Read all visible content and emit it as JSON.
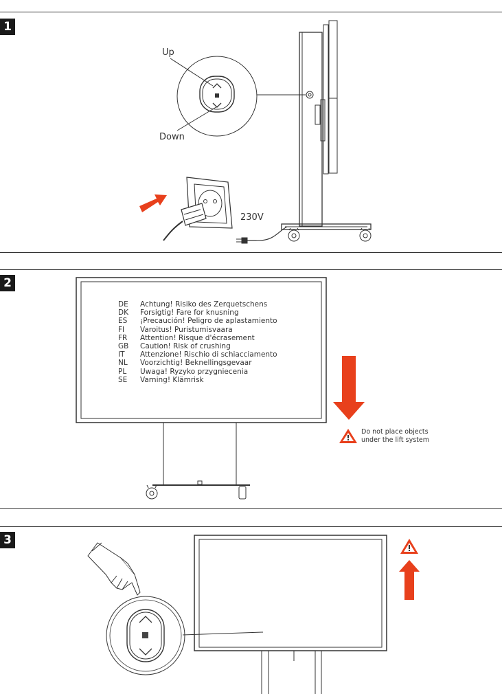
{
  "steps": [
    {
      "number": "1",
      "up_label": "Up",
      "down_label": "Down",
      "voltage_label": "230V"
    },
    {
      "number": "2",
      "warnings": [
        {
          "code": "DE",
          "text": "Achtung! Risiko des Zerquetschens"
        },
        {
          "code": "DK",
          "text": "Forsigtig! Fare for knusning"
        },
        {
          "code": "ES",
          "text": "¡Precaución! Peligro de aplastamiento"
        },
        {
          "code": "FI",
          "text": "Varoitus! Puristumisvaara"
        },
        {
          "code": "FR",
          "text": "Attention! Risque d'écrasement"
        },
        {
          "code": "GB",
          "text": "Caution! Risk of crushing"
        },
        {
          "code": "IT",
          "text": "Attenzione! Rischio di schiacciamento"
        },
        {
          "code": "NL",
          "text": "Voorzichtig! Beknellingsgevaar"
        },
        {
          "code": "PL",
          "text": "Uwaga! Ryzyko przygniecenia"
        },
        {
          "code": "SE",
          "text": "Varning! Klämrisk"
        }
      ],
      "notice_line1": "Do not place objects",
      "notice_line2": "under the lift system"
    },
    {
      "number": "3"
    }
  ],
  "colors": {
    "arrow_accent": "#e8401c",
    "line": "#333333"
  },
  "icons": [
    "up-chevron-icon",
    "down-chevron-icon",
    "warning-triangle-icon",
    "arrow-down-icon",
    "arrow-up-icon",
    "pointing-hand-icon",
    "power-plug-icon"
  ]
}
